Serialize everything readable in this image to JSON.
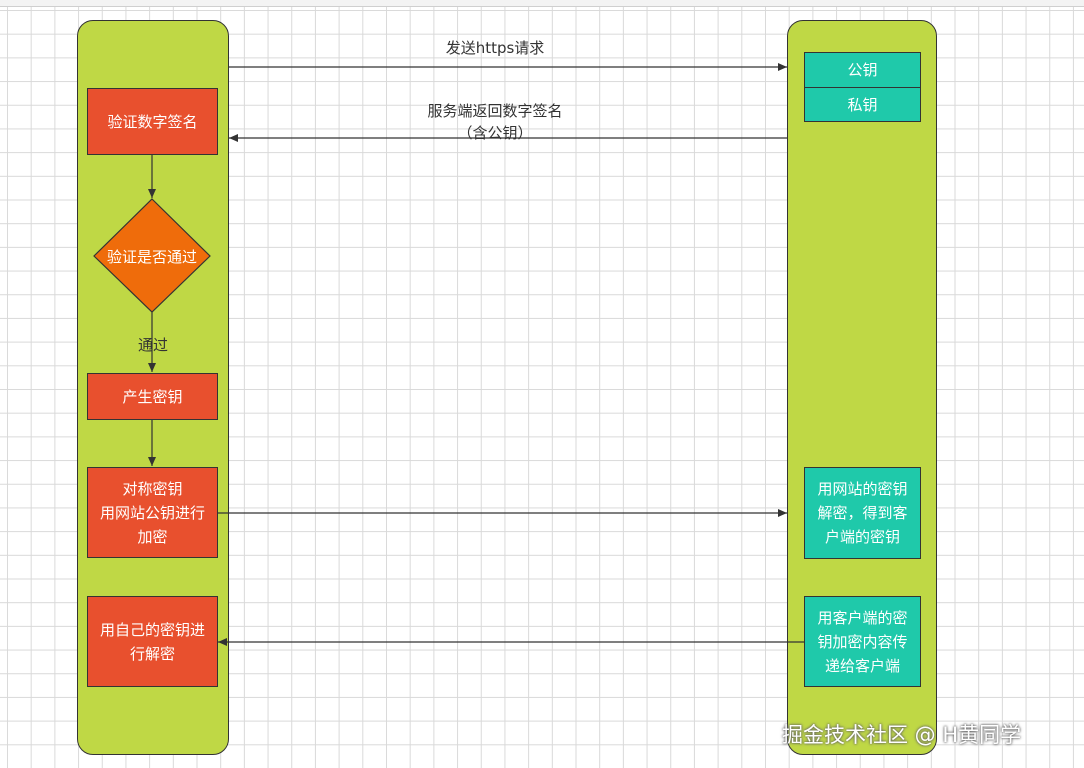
{
  "diagram": {
    "client_steps": {
      "verify_signature": "验证数字签名",
      "verify_passed_question": "验证是否通过",
      "passed_label": "通过",
      "generate_key": "产生密钥",
      "encrypt_symmetric": "对称密钥\n用网站公钥进行\n加密",
      "decrypt_own_key": "用自己的密钥进\n行解密"
    },
    "server_steps": {
      "public_key": "公钥",
      "private_key": "私钥",
      "decrypt_with_site_key": "用网站的密钥\n解密，得到客\n户端的密钥",
      "encrypt_with_client_key": "用客户端的密\n钥加密内容传\n递给客户端"
    },
    "messages": {
      "send_https_request": "发送https请求",
      "return_signature": "服务端返回数字签名\n（含公钥）"
    },
    "colors": {
      "lane": "#bfd845",
      "client_box": "#e8502e",
      "decision": "#ef6c0b",
      "server_box": "#1fc9aa",
      "arrow": "#333333"
    }
  },
  "watermark": "掘金技术社区 @ H黄同学"
}
